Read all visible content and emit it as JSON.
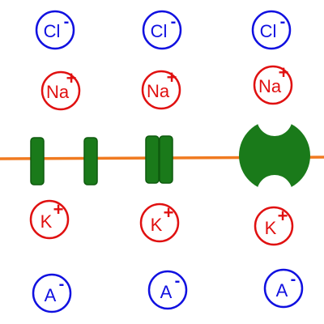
{
  "colors": {
    "background": "#ffffff",
    "anion": "#1010e0",
    "cation": "#e01010",
    "membrane": "#f07a20",
    "channel": "#1a7a1a",
    "channel_outline": "#0e5a0e"
  },
  "ions": {
    "chloride": [
      {
        "base": "Cl",
        "charge": "-"
      },
      {
        "base": "Cl",
        "charge": "-"
      },
      {
        "base": "Cl",
        "charge": "-"
      }
    ],
    "sodium": [
      {
        "base": "Na",
        "charge": "+"
      },
      {
        "base": "Na",
        "charge": "+"
      },
      {
        "base": "Na",
        "charge": "+"
      }
    ],
    "potassium": [
      {
        "base": "K",
        "charge": "+"
      },
      {
        "base": "K",
        "charge": "+"
      },
      {
        "base": "K",
        "charge": "+"
      }
    ],
    "anion": [
      {
        "base": "A",
        "charge": "-"
      },
      {
        "base": "A",
        "charge": "-"
      },
      {
        "base": "A",
        "charge": "-"
      }
    ]
  },
  "channels": [
    {
      "state": "open",
      "icon": "open-channel-icon"
    },
    {
      "state": "closed",
      "icon": "closed-channel-icon"
    },
    {
      "state": "pump",
      "icon": "pump-protein-icon"
    }
  ]
}
